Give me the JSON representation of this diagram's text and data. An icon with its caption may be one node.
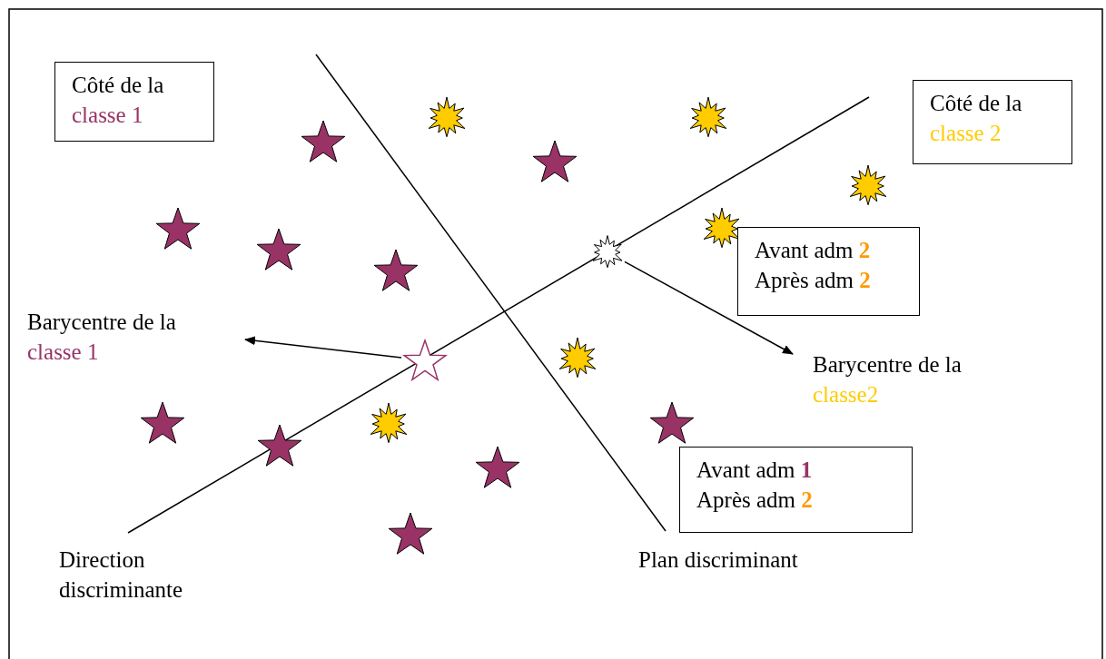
{
  "diagram": {
    "nodes": [
      {
        "text": [
          "Côté de la",
          "classe 1"
        ]
      },
      {
        "text": [
          "Côté de la",
          "classe 2"
        ]
      },
      {
        "text": [
          "Avant adm **2**",
          "Après adm **2**"
        ]
      },
      {
        "text": [
          "Barycentre de la",
          "classe 1"
        ]
      },
      {
        "text": [],
        "shape": "star"
      },
      {
        "text": [],
        "shape": "burst"
      },
      {
        "text": [
          "Barycentre de la",
          "classe2"
        ]
      },
      {
        "text": [
          "Avant adm **1**",
          "Après adm **2**"
        ]
      }
    ],
    "edges": [
      {
        "from": 4,
        "to": 3,
        "arrow": "to"
      },
      {
        "from": 5,
        "to": 6,
        "arrow": "to"
      }
    ],
    "labels": [
      "Direction discriminante",
      "Plan discriminant"
    ]
  }
}
